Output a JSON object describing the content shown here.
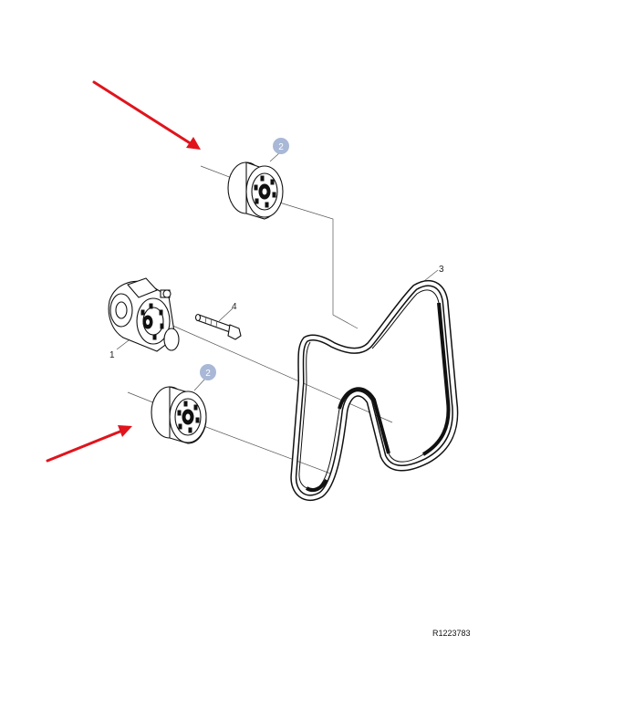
{
  "callouts": {
    "tensioner": "1",
    "idler_upper": "2",
    "idler_lower": "2",
    "belt": "3",
    "bolt": "4"
  },
  "colors": {
    "highlight_badge": "#a9b8d6",
    "arrow": "#e0141c"
  },
  "reference_code": "R1223783"
}
